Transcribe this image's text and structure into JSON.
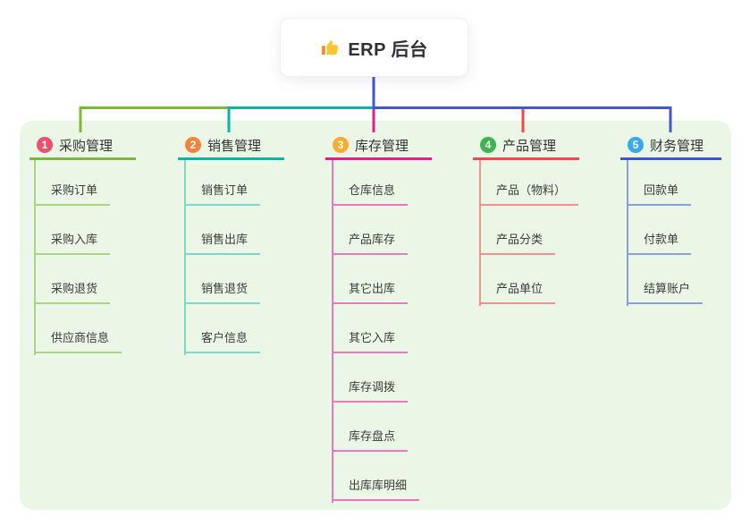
{
  "root": {
    "title": "ERP 后台",
    "icon": "thumbs-up",
    "color": "#4356d2"
  },
  "panel_color": "#eaf6e6",
  "branches": [
    {
      "number": "1",
      "label": "采购管理",
      "color": "#7cb83a",
      "light": "#a9d57f",
      "badge": "#f0506e",
      "children": [
        "采购订单",
        "采购入库",
        "采购退货",
        "供应商信息"
      ]
    },
    {
      "number": "2",
      "label": "销售管理",
      "color": "#0db3a4",
      "light": "#7fd6ca",
      "badge": "#f8833f",
      "children": [
        "销售订单",
        "销售出库",
        "销售退货",
        "客户信息"
      ]
    },
    {
      "number": "3",
      "label": "库存管理",
      "color": "#e0218a",
      "light": "#f075bd",
      "badge": "#fbab30",
      "children": [
        "仓库信息",
        "产品库存",
        "其它出库",
        "其它入库",
        "库存调拨",
        "库存盘点",
        "出库库明细"
      ]
    },
    {
      "number": "4",
      "label": "产品管理",
      "color": "#f2484e",
      "light": "#f78f8f",
      "badge": "#3cb54e",
      "children": [
        "产品（物料）",
        "产品分类",
        "产品单位"
      ]
    },
    {
      "number": "5",
      "label": "财务管理",
      "color": "#3c55c8",
      "light": "#8ba0dd",
      "badge": "#38a9ea",
      "children": [
        "回款单",
        "付款单",
        "结算账户"
      ]
    }
  ]
}
